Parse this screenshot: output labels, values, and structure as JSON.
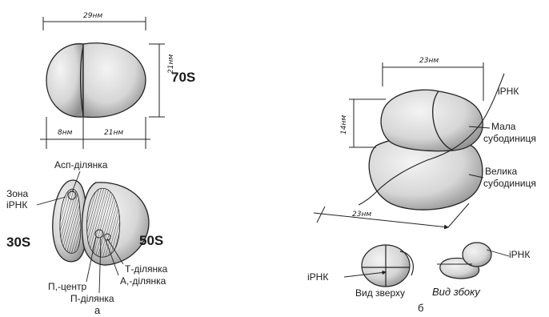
{
  "left_panel": {
    "dim_top": "29нм",
    "dim_right": "21нм",
    "dim_bottom_left": "8нм",
    "dim_bottom_right": "21нм",
    "ribosome_label": "70S",
    "asp_site": "Асп-ділянка",
    "mrna_zone": [
      "Зона",
      "іРНК"
    ],
    "small_subunit": "30S",
    "large_subunit": "50S",
    "t_site": "Т-ділянка",
    "a_site": "А,-ділянка",
    "p_center": "П,-центр",
    "p_site": "П-ділянка",
    "caption": "а"
  },
  "right_panel": {
    "dim_top": "23нм",
    "dim_left": "14нм",
    "dim_bottom": "23нм",
    "mrna": "іРНК",
    "small_subunit": [
      "Мала",
      "субодиниця"
    ],
    "large_subunit": [
      "Велика",
      "субодиниця"
    ],
    "mrna_left": "іРНК",
    "top_view": "Вид зверху",
    "side_view": "Вид збоку",
    "mrna_side": "іРНК",
    "caption": "б"
  },
  "colors": {
    "ink": "#1a1a1a",
    "background": "#ffffff",
    "shade": "#cfcfcf"
  }
}
